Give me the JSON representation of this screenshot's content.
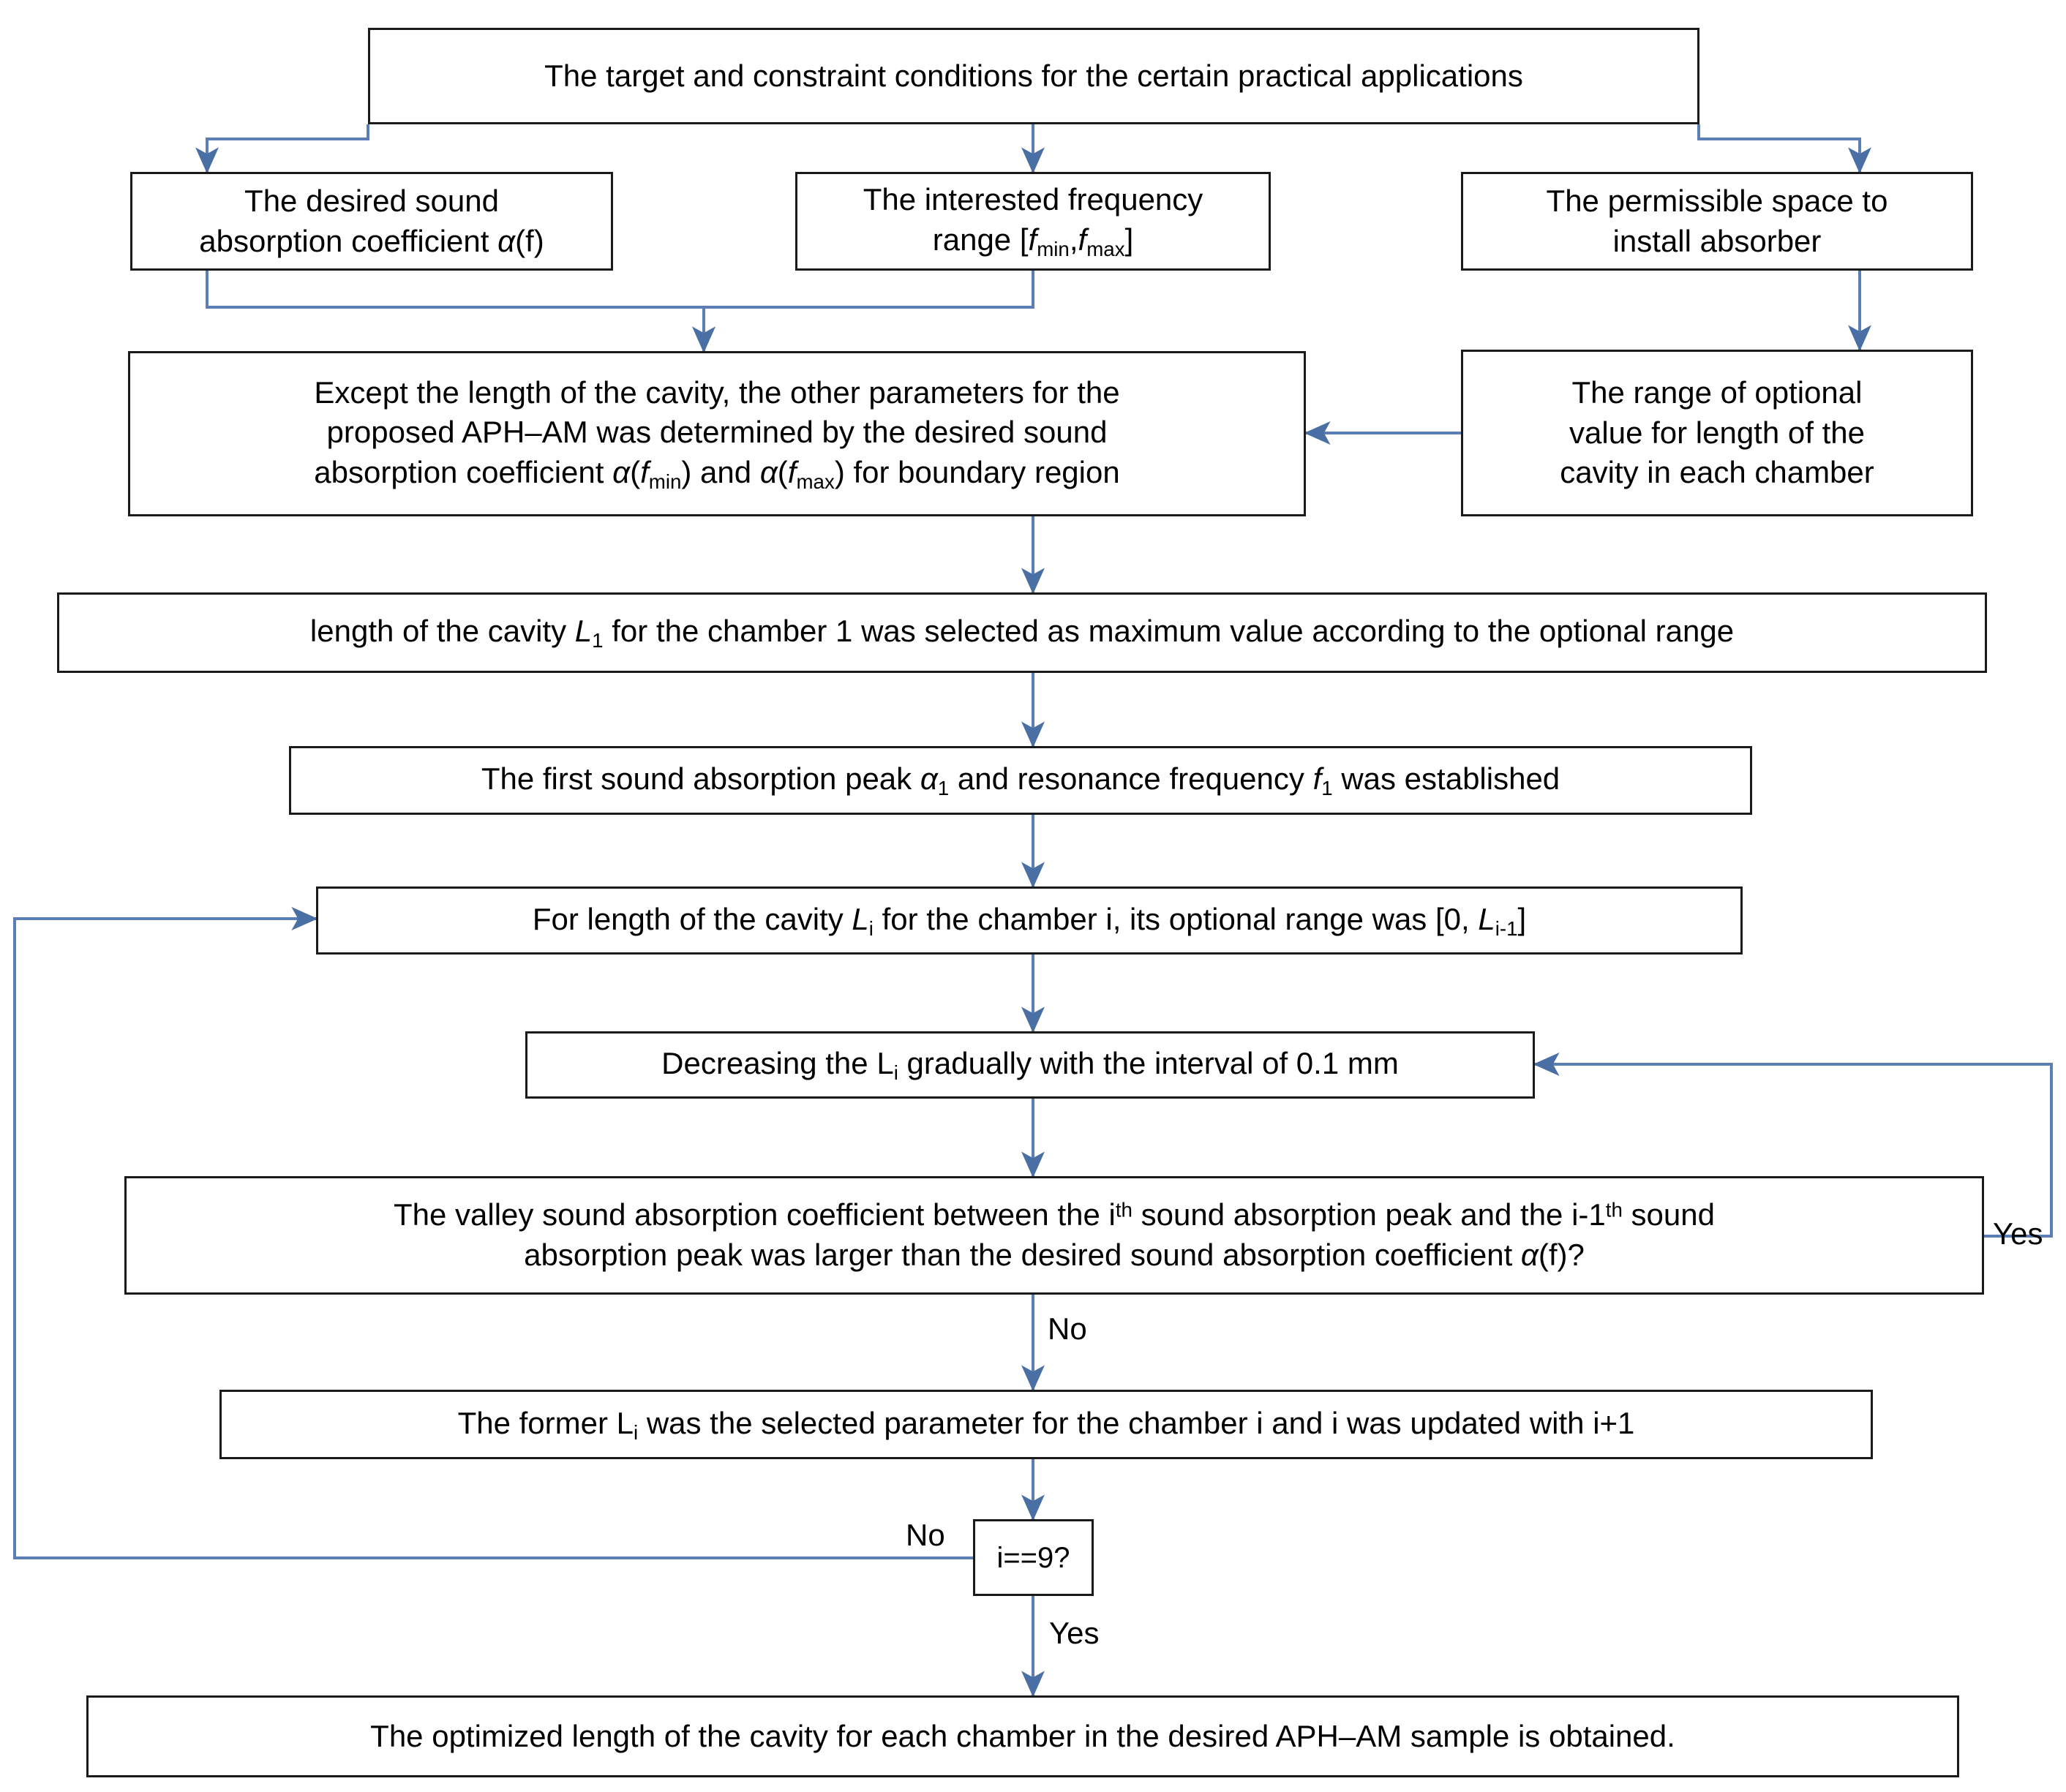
{
  "diagram": {
    "title": "Flowchart for the optimization of cavity length in APH-AM absorber design",
    "type": "flowchart",
    "accent_line_color": "#5b7fb4",
    "box_border_color": "#1a1a1a",
    "background_color": "#ffffff"
  },
  "nodes": {
    "start": {
      "id": "start",
      "label": "The target and constraint conditions for the certain practical applications"
    },
    "desired_alpha": {
      "id": "desired-alpha",
      "line1": "The desired sound",
      "line2_pre": "absorption coefficient ",
      "line2_sym": "α",
      "line2_post": "(f)"
    },
    "freq_range": {
      "id": "frequency-range",
      "line1": "The interested frequency",
      "line2_pre": "range [",
      "line2_f1": "f",
      "line2_sub1": "min",
      "line2_mid": ",",
      "line2_f2": "f",
      "line2_sub2": "max",
      "line2_post": "]"
    },
    "permissible_space": {
      "id": "permissible-space",
      "line1": "The permissible space to",
      "line2": "install absorber"
    },
    "params_determined": {
      "id": "parameters-determined",
      "line1": "Except the length of the cavity, the other parameters for the",
      "line2": "proposed APH–AM was determined by the desired sound",
      "line3_pre": "absorption coefficient ",
      "line3_a1": "α",
      "line3_f1": "f",
      "line3_s1": "min",
      "line3_mid": ") and ",
      "line3_a2": "α",
      "line3_f2": "f",
      "line3_s2": "max",
      "line3_post": ") for boundary region"
    },
    "optional_range": {
      "id": "optional-range",
      "line1": "The range of optional",
      "line2": "value for length of the",
      "line3": "cavity in each chamber"
    },
    "l1_selected": {
      "id": "l1-selected",
      "pre": "length of the cavity ",
      "sym": "L",
      "sub": "1",
      "post": " for the chamber 1 was selected as maximum value according to the optional range"
    },
    "first_peak": {
      "id": "first-peak-established",
      "pre": "The first sound absorption peak ",
      "sym1": "α",
      "sub1": "1",
      "mid": " and resonance frequency ",
      "sym2": "f",
      "sub2": "1",
      "post": " was established"
    },
    "li_range": {
      "id": "li-optional-range",
      "pre": "For length of the cavity ",
      "sym1": "L",
      "sub1": "i",
      "mid": " for the chamber i, its optional range was [0, ",
      "sym2": "L",
      "sub2": "i-1",
      "post": "]"
    },
    "decrease_li": {
      "id": "decrease-li",
      "pre": "Decreasing the L",
      "sub": "i",
      "post": " gradually with the interval of 0.1 mm"
    },
    "valley_check": {
      "id": "valley-check",
      "line1_pre": "The valley sound absorption coefficient between the i",
      "line1_sup1": "th",
      "line1_mid": " sound absorption peak and the i-1",
      "line1_sup2": "th",
      "line1_post": " sound",
      "line2_pre": "absorption peak was larger than the desired sound absorption coefficient ",
      "line2_sym": "α",
      "line2_post": "(f)?"
    },
    "former_li": {
      "id": "former-li-selected",
      "pre": "The former L",
      "sub": "i",
      "post": " was the selected parameter for the chamber i and i was updated with i+1"
    },
    "i_equals_9": {
      "id": "i-equals-9-decision",
      "label": "i==9?"
    },
    "end": {
      "id": "optimized-result",
      "label": "The optimized length of the cavity for each chamber in the desired APH–AM sample is obtained."
    }
  },
  "edge_labels": {
    "valley_yes": "Yes",
    "valley_no": "No",
    "i9_no": "No",
    "i9_yes": "Yes"
  }
}
